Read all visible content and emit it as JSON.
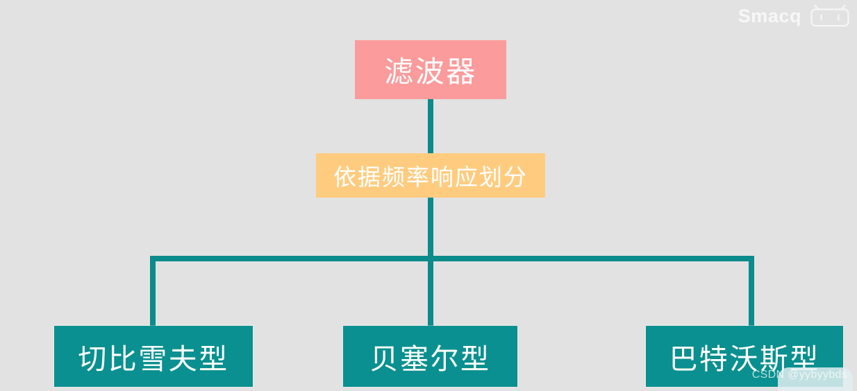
{
  "diagram": {
    "background_color": "#e2e2e2",
    "connector_color": "#0b8b8b",
    "root": {
      "label": "滤波器",
      "color": "#fb9b9b"
    },
    "criterion": {
      "label": "依据频率响应划分",
      "color": "#ffcc7f"
    },
    "leaves": [
      {
        "label": "切比雪夫型",
        "color": "#0a9090"
      },
      {
        "label": "贝塞尔型",
        "color": "#0a9090"
      },
      {
        "label": "巴特沃斯型",
        "color": "#0a9090"
      }
    ]
  },
  "watermarks": {
    "brand_text": "Smacq",
    "brand_logo": "bilibili-logo",
    "csdn_text": "CSDN @yybyybds"
  }
}
